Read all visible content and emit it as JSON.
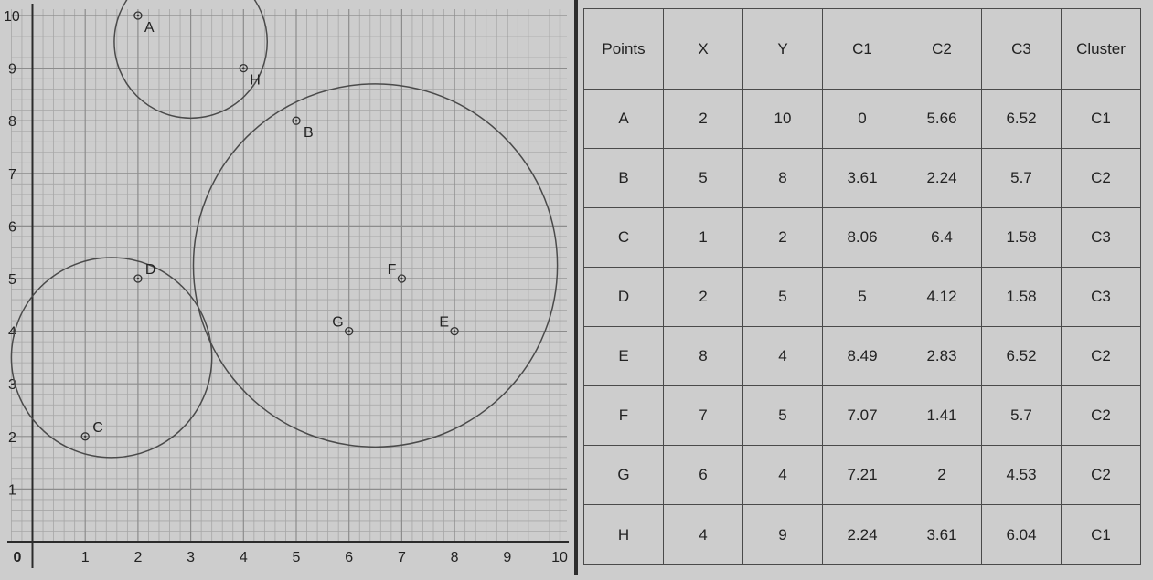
{
  "chart_data": {
    "type": "scatter",
    "title": "",
    "xlabel": "",
    "ylabel": "",
    "xlim": [
      0,
      10
    ],
    "ylim": [
      0,
      10
    ],
    "grid": "on",
    "x_ticks": [
      "0",
      "1",
      "2",
      "3",
      "4",
      "5",
      "6",
      "7",
      "8",
      "9",
      "10"
    ],
    "y_ticks": [
      "1",
      "2",
      "3",
      "4",
      "5",
      "6",
      "7",
      "8",
      "9",
      "10"
    ],
    "points": [
      {
        "label": "A",
        "x": 2,
        "y": 10
      },
      {
        "label": "B",
        "x": 5,
        "y": 8
      },
      {
        "label": "C",
        "x": 1,
        "y": 2
      },
      {
        "label": "D",
        "x": 2,
        "y": 5
      },
      {
        "label": "E",
        "x": 8,
        "y": 4
      },
      {
        "label": "F",
        "x": 7,
        "y": 5
      },
      {
        "label": "G",
        "x": 6,
        "y": 4
      },
      {
        "label": "H",
        "x": 4,
        "y": 9
      }
    ],
    "circles": [
      {
        "cx": 3.0,
        "cy": 9.5,
        "r": 1.45
      },
      {
        "cx": 6.5,
        "cy": 5.25,
        "r": 3.45
      },
      {
        "cx": 1.5,
        "cy": 3.5,
        "r": 1.9
      }
    ]
  },
  "table": {
    "headers": [
      "Points",
      "X",
      "Y",
      "C1",
      "C2",
      "C3",
      "Cluster"
    ],
    "rows": [
      [
        "A",
        "2",
        "10",
        "0",
        "5.66",
        "6.52",
        "C1"
      ],
      [
        "B",
        "5",
        "8",
        "3.61",
        "2.24",
        "5.7",
        "C2"
      ],
      [
        "C",
        "1",
        "2",
        "8.06",
        "6.4",
        "1.58",
        "C3"
      ],
      [
        "D",
        "2",
        "5",
        "5",
        "4.12",
        "1.58",
        "C3"
      ],
      [
        "E",
        "8",
        "4",
        "8.49",
        "2.83",
        "6.52",
        "C2"
      ],
      [
        "F",
        "7",
        "5",
        "7.07",
        "1.41",
        "5.7",
        "C2"
      ],
      [
        "G",
        "6",
        "4",
        "7.21",
        "2",
        "4.53",
        "C2"
      ],
      [
        "H",
        "4",
        "9",
        "2.24",
        "3.61",
        "6.04",
        "C1"
      ]
    ]
  },
  "colors": {
    "background": "#cdcdcd",
    "grid_minor": "#a7a7a7",
    "grid_major": "#8c8c8c",
    "axis": "#2b2b2b",
    "circle": "#4a4a4a",
    "text": "#222222"
  }
}
